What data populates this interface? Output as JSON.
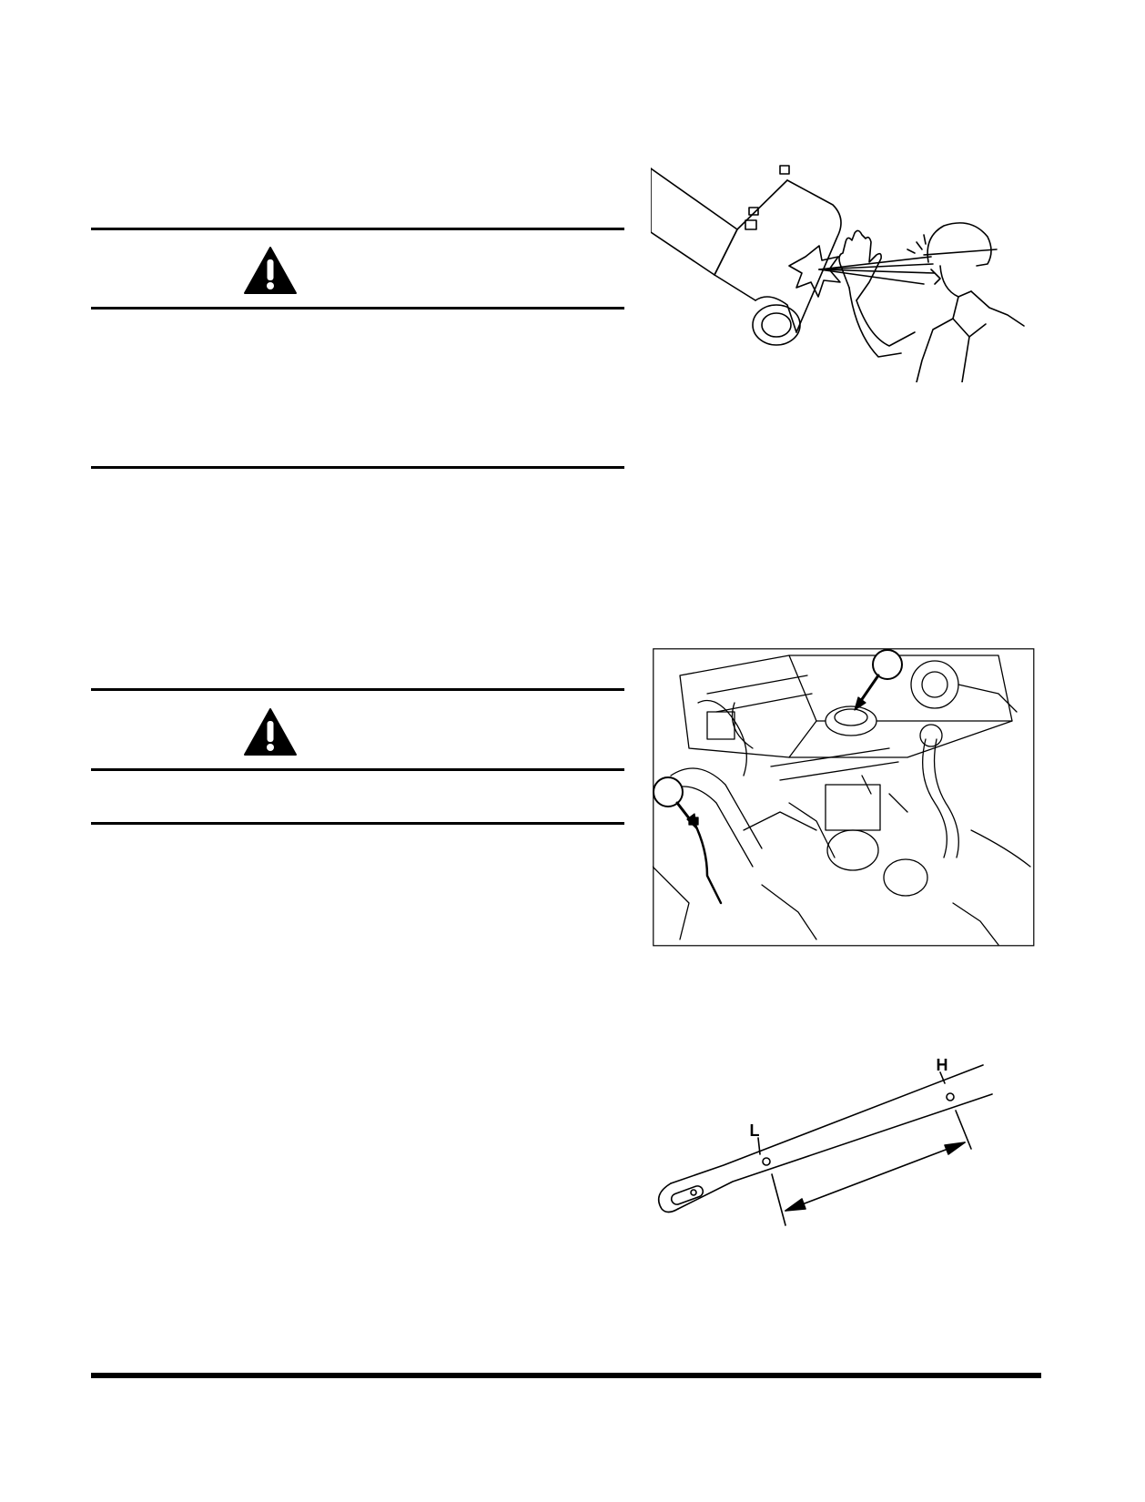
{
  "warning_blocks": [
    {
      "icon": "warning-triangle-icon"
    },
    {
      "icon": "warning-triangle-icon"
    }
  ],
  "figures": {
    "hydraulic_leak": {
      "icon": "hydraulic-leak-illustration"
    },
    "engine_top": {
      "icon": "engine-oil-cap-illustration"
    },
    "dipstick": {
      "icon": "oil-dipstick-illustration",
      "high_mark": "H",
      "low_mark": "L"
    }
  },
  "colors": {
    "ink": "#000000",
    "paper": "#ffffff"
  }
}
